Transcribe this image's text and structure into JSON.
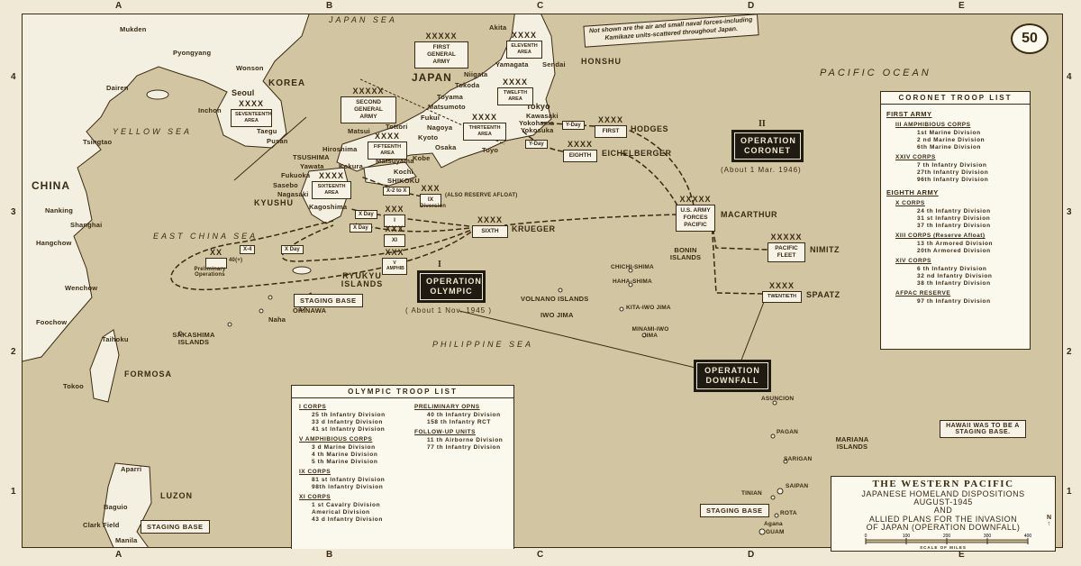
{
  "map_number": "50",
  "grid": {
    "columns": [
      "A",
      "B",
      "C",
      "D",
      "E"
    ],
    "rows": [
      "4",
      "3",
      "2",
      "1"
    ]
  },
  "colors": {
    "sea": "#d2c6a2",
    "land": "#f3efe1",
    "ink": "#3a2a12",
    "operation_box": "#1f1a12"
  },
  "note": "Not shown are the air and small naval forces-including Kamikaze units-scattered throughout Japan.",
  "seas": {
    "japan_sea": "JAPAN SEA",
    "yellow_sea": "YELLOW SEA",
    "east_china_sea": "EAST CHINA SEA",
    "philippine_sea": "PHILIPPINE SEA",
    "pacific_ocean": "PACIFIC OCEAN"
  },
  "regions": {
    "china": "CHINA",
    "korea": "KOREA",
    "japan": "JAPAN",
    "honshu": "HONSHU",
    "kyushu": "KYUSHU",
    "shikoku": "SHIKOKU",
    "formosa": "FORMOSA",
    "luzon": "LUZON",
    "ryukyu": "RYUKYU ISLANDS",
    "sakashima": "SAKASHIMA ISLANDS",
    "bonin": "BONIN ISLANDS",
    "volnano": "VOLNANO ISLANDS",
    "iwo_jima": "IWO JIMA",
    "mariana": "MARIANA ISLANDS",
    "tsushima": "TSUSHIMA",
    "okinawa": "OKINAWA"
  },
  "places": {
    "mukden": "Mukden",
    "pyongyang": "Pyongyang",
    "wonson": "Wonson",
    "dairen": "Dairen",
    "seoul": "Seoul",
    "inchon": "Inchon",
    "tsingtao": "Tsingtao",
    "taegu": "Taegu",
    "pusan": "Pusan",
    "nanking": "Nanking",
    "shanghai": "Shanghai",
    "hangchow": "Hangchow",
    "wenchow": "Wenchow",
    "foochow": "Foochow",
    "taihoku": "Taihoku",
    "tokoo": "Tokoo",
    "aparri": "Aparri",
    "baguio": "Baguio",
    "clark_field": "Clark Field",
    "manila": "Manila",
    "naha": "Naha",
    "chichi": "CHICHI-SHIMA",
    "haha": "HAHA-SHIMA",
    "kita_iwo": "KITA-IWO JIMA",
    "minami_iwo": "MINAMI-IWO JIMA",
    "asuncion": "ASUNCION",
    "pagan": "PAGAN",
    "sarigan": "SARIGAN",
    "saipan": "SAIPAN",
    "tinian": "TINIAN",
    "rota": "ROTA",
    "agana": "Agana",
    "guam": "GUAM",
    "akita": "Akita",
    "sendai": "Sendai",
    "yamagata": "Yamagata",
    "niigata": "Niigata",
    "tokoda": "Tokoda",
    "toyama": "Toyama",
    "matsumoto": "Matsumoto",
    "tokyo": "Tokyo",
    "kawasaki": "Kawasaki",
    "yokohama": "Yokohama",
    "yokosuka": "Yokosuka",
    "fukui": "Fukui",
    "tottori": "Tottori",
    "matsui": "Matsui",
    "kyoto": "Kyoto",
    "nagoya": "Nagoya",
    "kobe": "Kobe",
    "osaka": "Osaka",
    "toyo": "Toyo",
    "hiroshima": "Hiroshima",
    "yawata": "Yawata",
    "kokura": "Kokura",
    "matsuyama": "Matsuyama",
    "kochi": "Kochi",
    "fukuoka": "Fukuoka",
    "sasebo": "Sasebo",
    "nagasaki": "Nagasaki",
    "kagoshima": "Kagoshima"
  },
  "japanese_units": [
    {
      "echelon": "XXXXX",
      "name": "FIRST GENERAL ARMY"
    },
    {
      "echelon": "XXXXX",
      "name": "SECOND GENERAL ARMY"
    },
    {
      "echelon": "XXXX",
      "name": "SEVENTEENTH AREA"
    },
    {
      "echelon": "XXXX",
      "name": "ELEVENTH AREA"
    },
    {
      "echelon": "XXXX",
      "name": "TWELFTH AREA"
    },
    {
      "echelon": "XXXX",
      "name": "THIRTEENTH AREA"
    },
    {
      "echelon": "XXXX",
      "name": "FIFTEENTH AREA"
    },
    {
      "echelon": "XXXX",
      "name": "SIXTEENTH AREA"
    }
  ],
  "allied_units": [
    {
      "echelon": "XXXX",
      "name": "FIRST",
      "commander": "HODGES"
    },
    {
      "echelon": "XXXX",
      "name": "EIGHTH",
      "commander": "EICHELBERGER"
    },
    {
      "echelon": "XXXX",
      "name": "SIXTH",
      "commander": "KRUEGER"
    },
    {
      "echelon": "XXXXX",
      "name": "U.S. ARMY FORCES PACIFIC",
      "commander": "MACARTHUR"
    },
    {
      "echelon": "XXXXX",
      "name": "PACIFIC FLEET",
      "commander": "NIMITZ"
    },
    {
      "echelon": "XXXX",
      "name": "TWENTIETH",
      "commander": "SPAATZ"
    },
    {
      "echelon": "XXX",
      "name": "IX",
      "note": "(ALSO RESERVE AFLOAT)",
      "sub": "Diversion"
    },
    {
      "echelon": "XXX",
      "name": "I"
    },
    {
      "echelon": "XXX",
      "name": "XI"
    },
    {
      "echelon": "XXX",
      "name": "V AMPHIB"
    },
    {
      "echelon": "XX",
      "name": "40(+)",
      "sub": "Preliminary Operations"
    }
  ],
  "day_tags": {
    "x2": "X-2 to X",
    "xday1": "X Day",
    "xday2": "X Day",
    "xday3": "X Day",
    "x4": "X-4",
    "yday1": "Y-Day",
    "yday2": "Y-Day"
  },
  "operations": {
    "olympic": {
      "numeral": "I",
      "name": "OPERATION OLYMPIC",
      "date": "( About 1 Nov. 1945 )"
    },
    "coronet": {
      "numeral": "II",
      "name": "OPERATION CORONET",
      "date": "(About 1 Mar. 1946)"
    },
    "downfall": {
      "name": "OPERATION DOWNFALL"
    }
  },
  "staging_base": "STAGING BASE",
  "hawaii_note": "HAWAII WAS TO BE A STAGING BASE.",
  "coronet_list": {
    "title": "CORONET TROOP LIST",
    "armies": [
      {
        "name": "FIRST ARMY",
        "corps": [
          {
            "name": "III AMPHIBIOUS CORPS",
            "divisions": [
              "1st Marine Division",
              "2 nd Marine Division",
              "6th Marine Division"
            ]
          },
          {
            "name": "XXIV CORPS",
            "divisions": [
              "7 th Infantry Division",
              "27th Infantry Division",
              "96th Infantry Division"
            ]
          }
        ]
      },
      {
        "name": "EIGHTH ARMY",
        "corps": [
          {
            "name": "X CORPS",
            "divisions": [
              "24 th Infantry Division",
              "31 st Infantry Division",
              "37 th Infantry Division"
            ]
          },
          {
            "name": "XIII CORPS (Reserve Afloat)",
            "divisions": [
              "13 th Armored Division",
              "20th Armored Division"
            ]
          },
          {
            "name": "XIV CORPS",
            "divisions": [
              "6 th Infantry Division",
              "32 nd Infantry Division",
              "38 th Infantry Division"
            ]
          },
          {
            "name": "AFPAC RESERVE",
            "divisions": [
              "97 th Infantry Division"
            ]
          }
        ]
      }
    ]
  },
  "olympic_list": {
    "title": "OLYMPIC TROOP LIST",
    "left": [
      {
        "name": "I CORPS",
        "divisions": [
          "25 th Infantry Division",
          "33 d Infantry Division",
          "41 st Infantry Division"
        ]
      },
      {
        "name": "V AMPHIBIOUS CORPS",
        "divisions": [
          "3 d Marine Division",
          "4 th Marine Division",
          "5 th Marine Division"
        ]
      },
      {
        "name": "IX CORPS",
        "divisions": [
          "81 st Infantry Division",
          "98th Infantry Division"
        ]
      },
      {
        "name": "XI CORPS",
        "divisions": [
          "1 st Cavalry Division",
          "Americal Division",
          "43 d Infantry Division"
        ]
      }
    ],
    "right": [
      {
        "name": "PRELIMINARY OPNS",
        "divisions": [
          "40 th Infantry Division",
          "158 th Infantry RCT"
        ]
      },
      {
        "name": "FOLLOW-UP UNITS",
        "divisions": [
          "11 th Airborne Division",
          "77 th Infantry Division"
        ]
      }
    ]
  },
  "title_block": {
    "title": "THE WESTERN PACIFIC",
    "line1": "JAPANESE HOMELAND DISPOSITIONS",
    "line2": "AUGUST-1945",
    "line3": "AND",
    "line4": "ALLIED PLANS FOR THE INVASION",
    "line5": "OF JAPAN (OPERATION DOWNFALL)",
    "north": "N"
  },
  "scale": {
    "ticks": [
      "0",
      "100",
      "200",
      "300",
      "400"
    ],
    "label": "SCALE OF MILES"
  }
}
